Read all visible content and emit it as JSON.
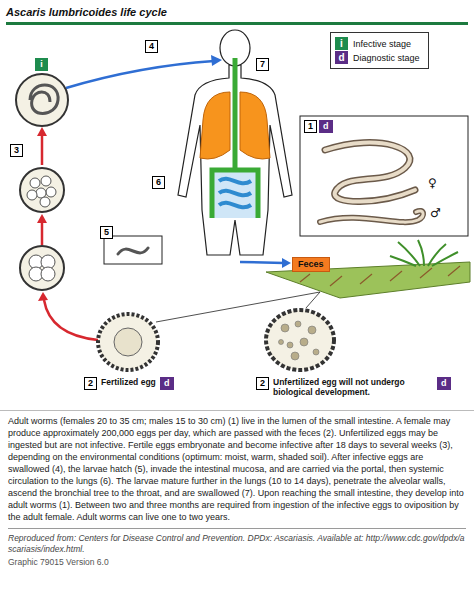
{
  "diagram": {
    "title": "Ascaris lumbricoides life cycle",
    "caption": "Adult worms (females 20 to 35 cm; males 15 to 30 cm) (1) live in the lumen of the small intestine. A female may produce approximately 200,000 eggs per day, which are passed with the feces (2). Unfertilized eggs may be ingested but are not infective. Fertile eggs embryonate and become infective after 18 days to several weeks (3), depending on the environmental conditions (optimum: moist, warm, shaded soil). After infective eggs are swallowed (4), the larvae hatch (5), invade the intestinal mucosa, and are carried via the portal, then systemic circulation to the lungs (6). The larvae mature further in the lungs (10 to 14 days), penetrate the alveolar walls, ascend the bronchial tree to the throat, and are swallowed (7). Upon reaching the small intestine, they develop into adult worms (1). Between two and three months are required from ingestion of the infective eggs to oviposition by the adult female. Adult worms can live one to two years.",
    "nodes": [
      {
        "text": [
          "i"
        ]
      },
      {
        "text": [
          "4"
        ]
      },
      {
        "text": [
          "7"
        ]
      },
      {
        "text": [
          "1"
        ]
      },
      {
        "text": [
          "d"
        ]
      },
      {
        "text": [
          "3"
        ]
      },
      {
        "text": [
          "6"
        ]
      },
      {
        "text": [
          "5"
        ]
      },
      {
        "text": [
          "Feces"
        ]
      },
      {
        "text": [
          "2"
        ]
      },
      {
        "text": [
          "d"
        ]
      },
      {
        "text": [
          "2"
        ]
      },
      {
        "text": [
          "d"
        ]
      }
    ],
    "labels": [
      "i",
      "d",
      "♀",
      "♂",
      "Fertilized egg",
      "Unfertilized egg will not undergo biological development.",
      "Reproduced from: Centers for Disease Control and Prevention. DPDx: Ascariasis. Available at: http://www.cdc.gov/dpdx/ascariasis/index.html.",
      "Graphic 79015 Version 6.0"
    ],
    "legend": [
      {
        "text": "Infective stage",
        "color": "#1e8c4e"
      },
      {
        "text": "Diagnostic stage",
        "color": "#5b2d86"
      }
    ]
  }
}
